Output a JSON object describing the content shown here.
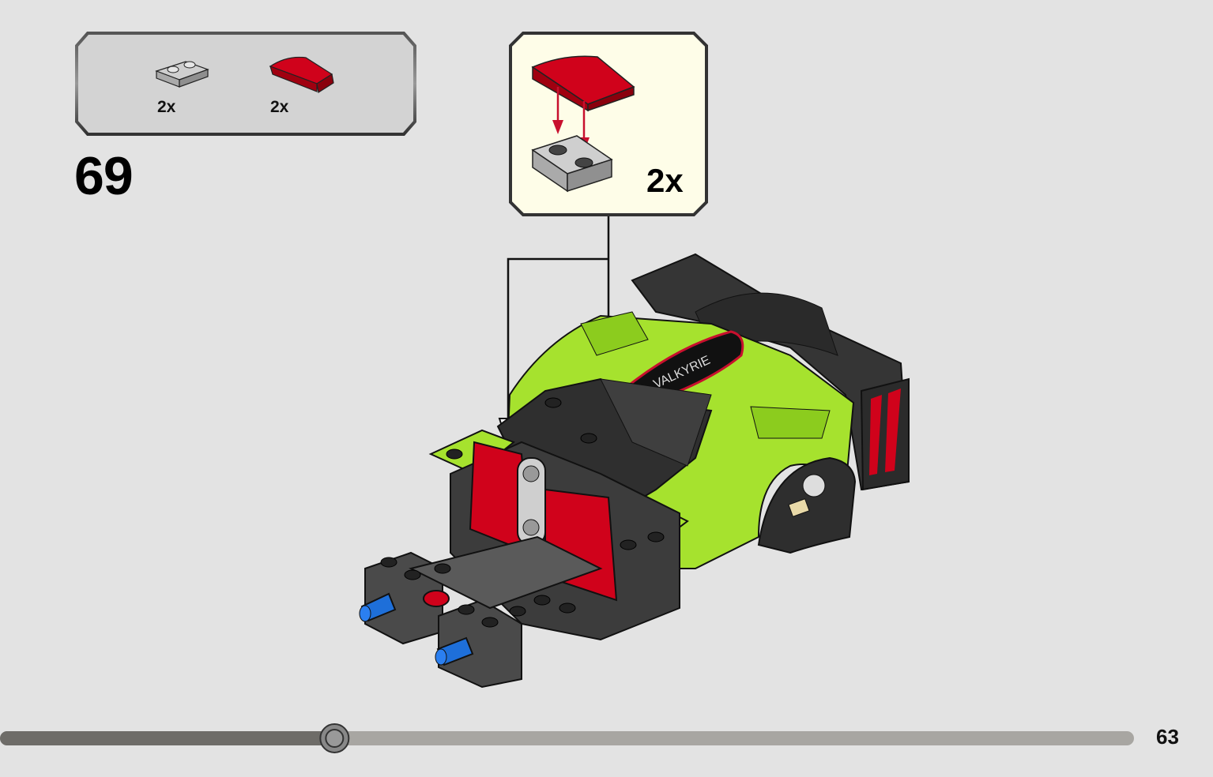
{
  "parts_list": {
    "items": [
      {
        "name": "plate-1x2-light-gray",
        "qty": "2x",
        "color": "#bdbdbd"
      },
      {
        "name": "curved-slope-1x2-red",
        "qty": "2x",
        "color": "#d0021b"
      }
    ]
  },
  "step": {
    "number": "69"
  },
  "subassembly": {
    "multiplier": "2x",
    "background": "#fefde8"
  },
  "progress": {
    "fraction": 0.295
  },
  "page": {
    "number": "63"
  },
  "colors": {
    "lime": "#a6e22e",
    "dark_gray": "#3c3c3c",
    "red": "#d0021b",
    "blue": "#1e6fd9",
    "light_gray": "#bdbdbd"
  }
}
